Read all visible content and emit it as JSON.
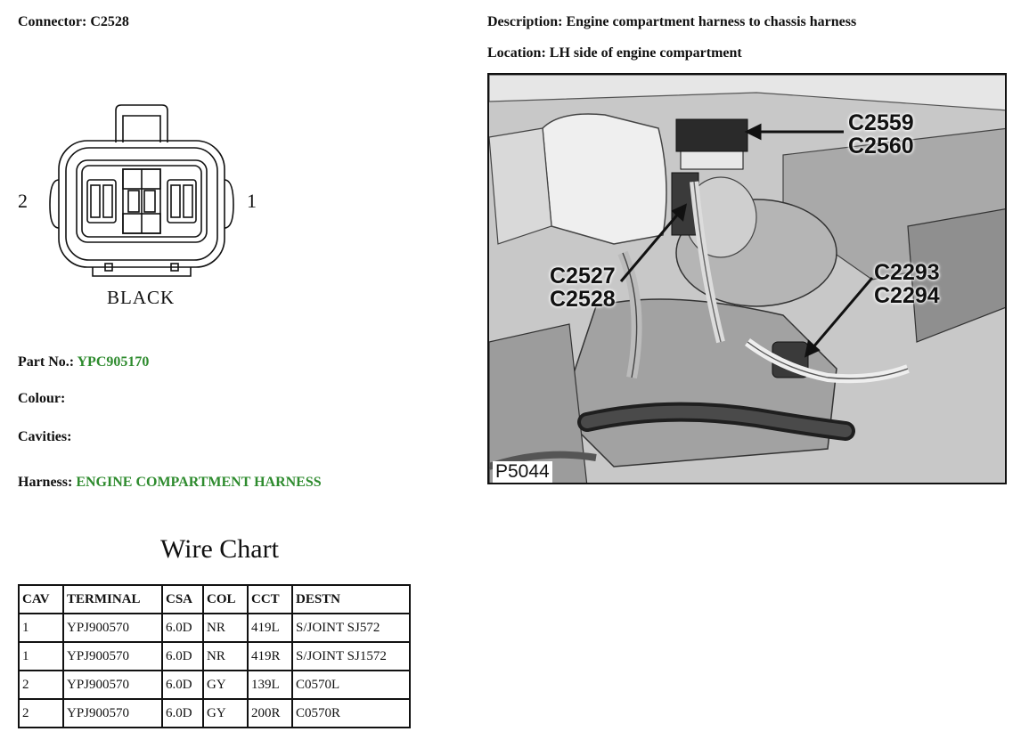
{
  "header": {
    "connector_label": "Connector:",
    "connector_value": "C2528",
    "description_label": "Description:",
    "description_value": "Engine compartment harness to chassis harness",
    "location_label": "Location:",
    "location_value": "LH side of engine compartment"
  },
  "diagram": {
    "pin_left": "2",
    "pin_right": "1",
    "color_text": "BLACK"
  },
  "details": {
    "part_no_label": "Part No.:",
    "part_no_value": "YPC905170",
    "colour_label": "Colour:",
    "cavities_label": "Cavities:",
    "harness_label": "Harness:",
    "harness_value": "ENGINE COMPARTMENT HARNESS"
  },
  "photo": {
    "callouts": {
      "top_1": "C2559",
      "top_2": "C2560",
      "left_1": "C2527",
      "left_2": "C2528",
      "right_1": "C2293",
      "right_2": "C2294"
    },
    "code": "P5044"
  },
  "wire_chart": {
    "title": "Wire Chart",
    "columns": [
      "CAV",
      "TERMINAL",
      "CSA",
      "COL",
      "CCT",
      "DESTN"
    ],
    "rows": [
      [
        "1",
        "YPJ900570",
        "6.0D",
        "NR",
        "419L",
        "S/JOINT SJ572"
      ],
      [
        "1",
        "YPJ900570",
        "6.0D",
        "NR",
        "419R",
        "S/JOINT SJ1572"
      ],
      [
        "2",
        "YPJ900570",
        "6.0D",
        "GY",
        "139L",
        "C0570L"
      ],
      [
        "2",
        "YPJ900570",
        "6.0D",
        "GY",
        "200R",
        "C0570R"
      ]
    ]
  },
  "colors": {
    "accent_green": "#2e8b2e"
  }
}
